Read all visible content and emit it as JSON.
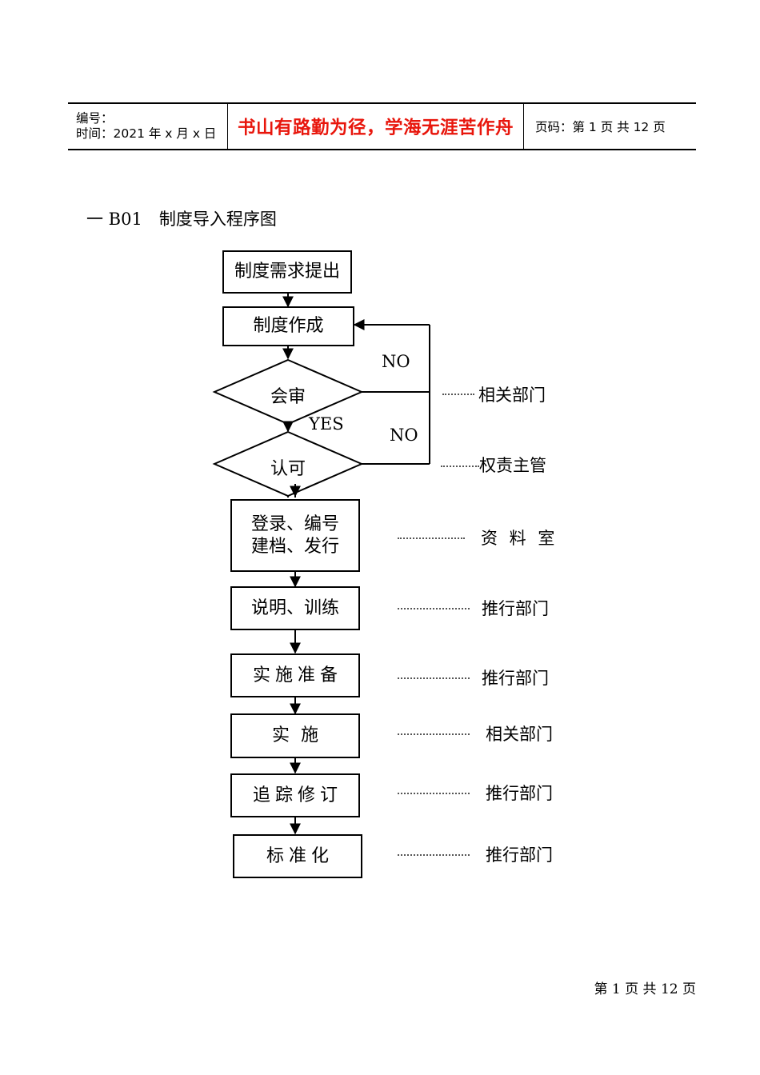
{
  "header": {
    "code_label": "编号：",
    "time_label": "时间：2021 年 x 月 x 日",
    "motto": "书山有路勤为径，学海无涯苦作舟",
    "page_info": "页码：第 1 页 共 12 页"
  },
  "title": "一 B01　制度导入程序图",
  "footer": "第 1 页 共 12 页",
  "flow": {
    "nodes": [
      {
        "id": "n1",
        "shape": "box",
        "text": "制度需求提出",
        "style": "plain"
      },
      {
        "id": "n2",
        "shape": "box",
        "text": "制度作成",
        "style": "plain"
      },
      {
        "id": "d1",
        "shape": "diamond",
        "text": "会审",
        "style": "plain"
      },
      {
        "id": "d2",
        "shape": "diamond",
        "text": "认可",
        "style": "plain"
      },
      {
        "id": "n3",
        "shape": "box",
        "text": "登录、编号\n建档、发行",
        "style": "plain"
      },
      {
        "id": "n4",
        "shape": "box",
        "text": "说明、训练",
        "style": "plain"
      },
      {
        "id": "n5",
        "shape": "box",
        "text": "实施准备",
        "style": "spaced"
      },
      {
        "id": "n6",
        "shape": "box",
        "text": "实施",
        "style": "wide"
      },
      {
        "id": "n7",
        "shape": "box",
        "text": "追踪修订",
        "style": "spaced"
      },
      {
        "id": "n8",
        "shape": "box",
        "text": "标准化",
        "style": "spaced"
      }
    ],
    "edge_labels": {
      "no_top": "NO",
      "yes": "YES",
      "no_bottom": "NO"
    },
    "owners": [
      {
        "id": "o1",
        "text": "相关部门"
      },
      {
        "id": "o2",
        "text": "权责主管"
      },
      {
        "id": "o3",
        "text": "资 料 室"
      },
      {
        "id": "o4",
        "text": "推行部门"
      },
      {
        "id": "o5",
        "text": "推行部门"
      },
      {
        "id": "o6",
        "text": "相关部门"
      },
      {
        "id": "o7",
        "text": "推行部门"
      },
      {
        "id": "o8",
        "text": "推行部门"
      }
    ]
  },
  "colors": {
    "motto": "#e8160c",
    "ink": "#000000",
    "leader": "#555555"
  }
}
